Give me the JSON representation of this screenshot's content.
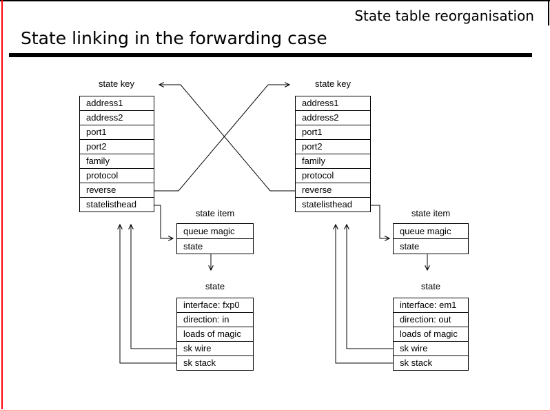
{
  "header": {
    "kicker": "State table reorganisation",
    "title": "State linking in the forwarding case"
  },
  "colors": {
    "frame_red": "#ff0000",
    "frame_black": "#000000",
    "line": "#000000"
  },
  "diagram": {
    "left_key": {
      "label": "state key",
      "rows": [
        "address1",
        "address2",
        "port1",
        "port2",
        "family",
        "protocol",
        "reverse",
        "statelisthead"
      ]
    },
    "right_key": {
      "label": "state key",
      "rows": [
        "address1",
        "address2",
        "port1",
        "port2",
        "family",
        "protocol",
        "reverse",
        "statelisthead"
      ]
    },
    "left_item": {
      "label": "state item",
      "rows": [
        "queue magic",
        "state"
      ]
    },
    "right_item": {
      "label": "state item",
      "rows": [
        "queue magic",
        "state"
      ]
    },
    "left_state": {
      "label": "state",
      "rows": [
        "interface: fxp0",
        "direction: in",
        "loads of magic",
        "sk wire",
        "sk stack"
      ]
    },
    "right_state": {
      "label": "state",
      "rows": [
        "interface: em1",
        "direction: out",
        "loads of magic",
        "sk wire",
        "sk stack"
      ]
    }
  }
}
